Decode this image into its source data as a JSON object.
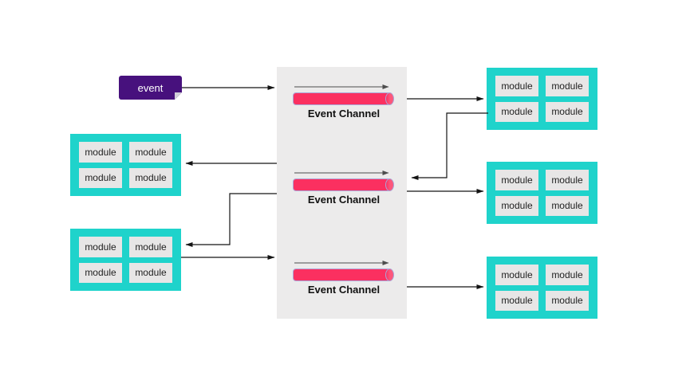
{
  "labels": {
    "event": "event",
    "module": "module"
  },
  "channels": [
    {
      "label": "Event Channel"
    },
    {
      "label": "Event Channel"
    },
    {
      "label": "Event Channel"
    }
  ],
  "colors": {
    "teal": "#1FD3CB",
    "pink": "#FB3060",
    "pink-cap": "#FC577B",
    "cylinder-outline": "#ABA4D6",
    "purple": "#47117D",
    "panel-gray": "#ECEBEB",
    "module-gray": "#E7E6E6",
    "arrow": "#141414",
    "flow-arrow": "#4D4D4D",
    "text": "#111111"
  }
}
